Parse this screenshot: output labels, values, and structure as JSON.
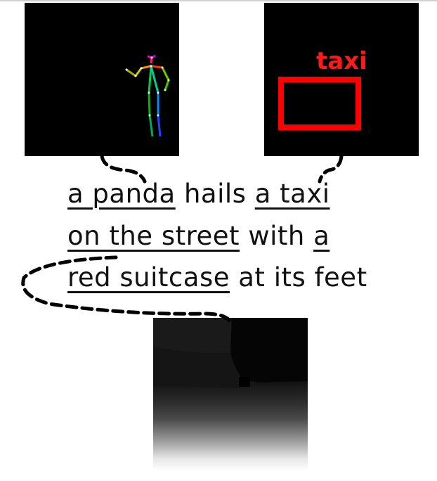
{
  "caption": {
    "line1": {
      "w1": "a panda",
      "w2": " hails ",
      "w3": "a taxi"
    },
    "line2": {
      "w1": "on the street",
      "w2": " with ",
      "w3": "a"
    },
    "line3": {
      "w1": "red suitcase",
      "w2": " at its feet"
    }
  },
  "conditions": {
    "pose": {
      "type": "pose-skeleton"
    },
    "box": {
      "label": "taxi",
      "color": "#ff0000"
    },
    "depth": {
      "type": "depth-map"
    }
  }
}
